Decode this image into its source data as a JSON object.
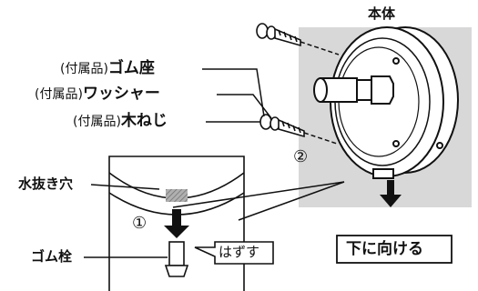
{
  "labels": {
    "body_unit": "本体",
    "rubber_seat": {
      "prefix": "(付属品)",
      "name": "ゴム座"
    },
    "washer": {
      "prefix": "(付属品)",
      "name": "ワッシャー"
    },
    "wood_screw": {
      "prefix": "(付属品)",
      "name": "木ねじ"
    },
    "drain_hole": "水抜き穴",
    "rubber_plug": "ゴム栓",
    "remove": "はずす",
    "push_down": "下に向ける",
    "step1": "①",
    "step2": "②"
  },
  "colors": {
    "wall": "#d8d8d8",
    "drain_fill": "#a9a9a9",
    "line": "#111111"
  }
}
